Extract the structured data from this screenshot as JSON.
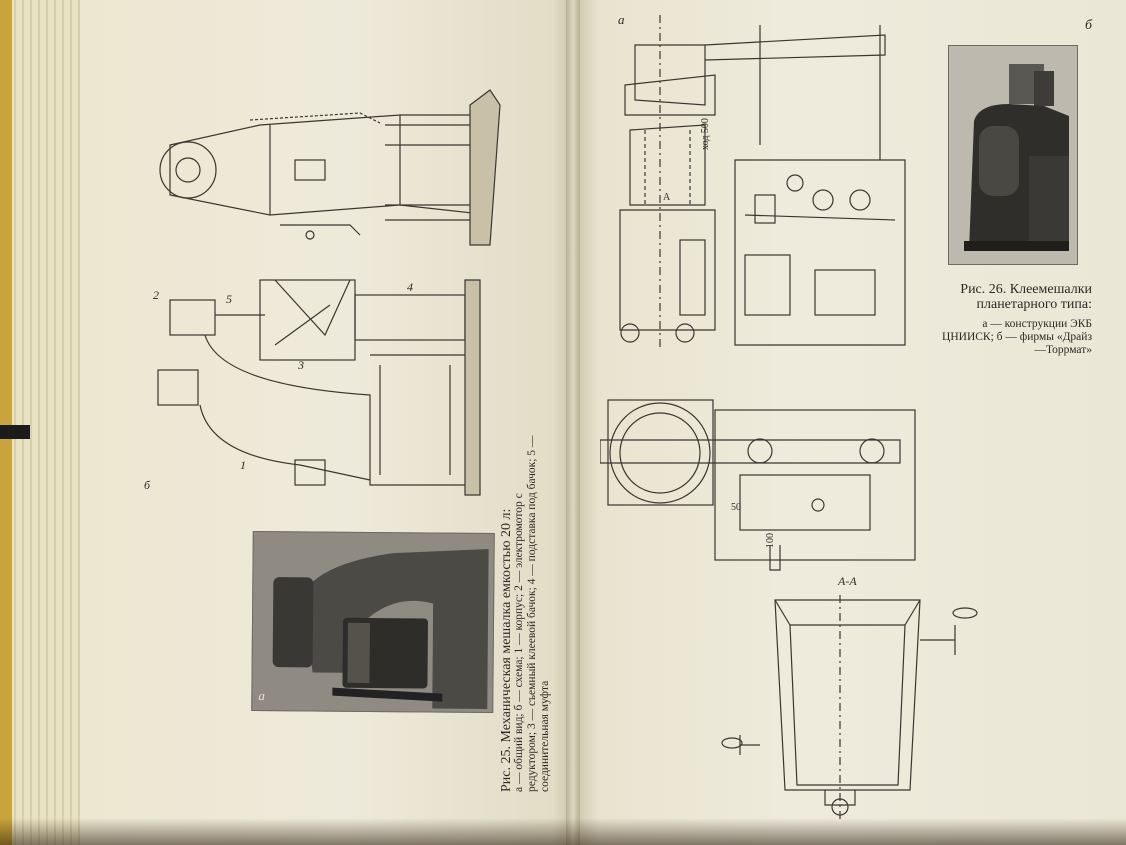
{
  "left_page": {
    "figure_caption_title": "Рис. 25. Механическая мешалка емкостью 20 л:",
    "figure_caption_text": "а — общий вид; б — схема; 1 — корпус; 2 — электромотор с редуктором; 3 — съемный клеевой бачок; 4 — подставка под бачок; 5 — соединительная муфта",
    "photo_label": "а",
    "drawing_label": "б",
    "part_labels": [
      "1",
      "2",
      "3",
      "4",
      "5"
    ]
  },
  "right_page": {
    "corner_label_a": "а",
    "corner_label_b": "б",
    "figure_caption_title": "Рис. 26. Клеемешалки планетарного типа:",
    "figure_caption_text": "а — конструкции ЭКБ ЦНИИСК; б — фирмы «Драйз—Торрмат»",
    "section_label": "А-А",
    "section_arrow_label": "А",
    "dimension_1": "ход 500",
    "dimension_2": "50",
    "dimension_3": "100"
  }
}
